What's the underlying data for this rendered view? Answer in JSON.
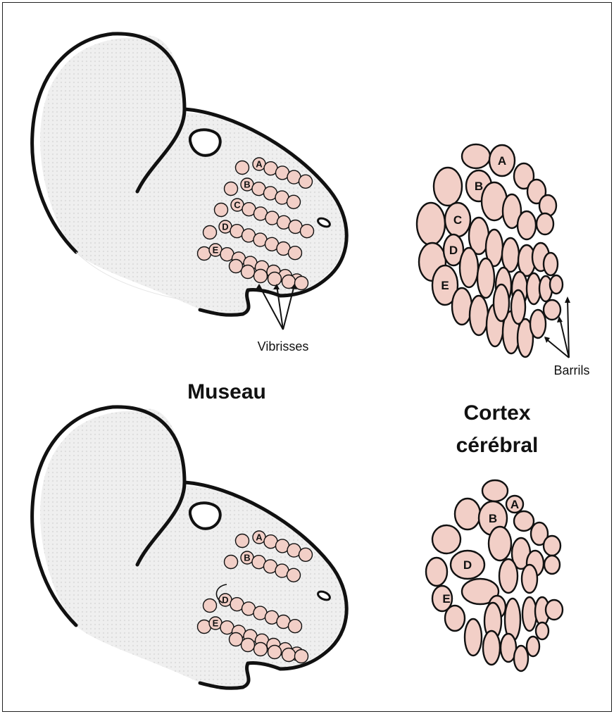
{
  "labels": {
    "muzzle": "Museau",
    "cortex_line1": "Cortex",
    "cortex_line2": "cérébral",
    "vibrissae": "Vibrisses",
    "barrels": "Barrils"
  },
  "row_letters": [
    "A",
    "B",
    "C",
    "D",
    "E"
  ],
  "panels": [
    {
      "name": "normal",
      "snout_rows": [
        "A",
        "B",
        "C",
        "D",
        "E"
      ],
      "barrel_letters": [
        "A",
        "B",
        "C",
        "D",
        "E"
      ]
    },
    {
      "name": "row-c-removed",
      "snout_rows": [
        "A",
        "B",
        "D",
        "E"
      ],
      "barrel_letters": [
        "A",
        "B",
        "D",
        "E"
      ]
    }
  ],
  "colors": {
    "whisker_fill": "#f2cfc7",
    "barrel_fill": "#f2cfc7",
    "snout_fill": "#ececec",
    "outline": "#111111"
  }
}
